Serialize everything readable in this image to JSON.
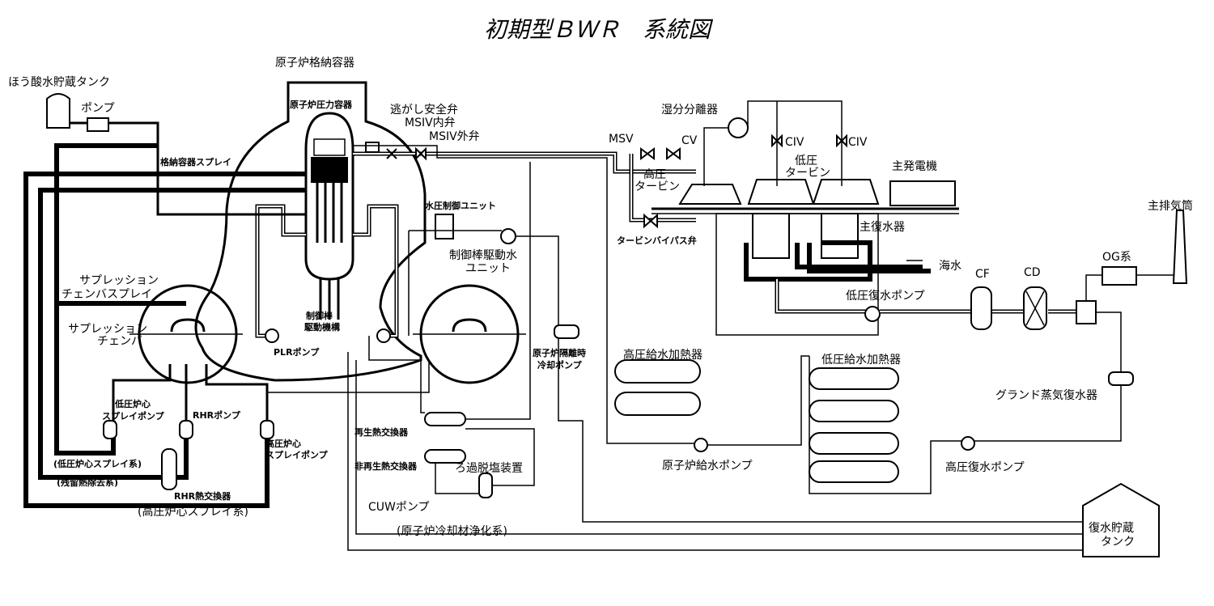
{
  "title": "初期型ＢＷＲ　系統図",
  "labels": {
    "containment": "原子炉格納容器",
    "boric_tank": "ほう酸水貯蔵タンク",
    "pump": "ポンプ",
    "rpv": "原子炉圧力容器",
    "srv": "逃がし安全弁",
    "msiv_in": "MSIV内弁",
    "msiv_out": "MSIV外弁",
    "msv": "MSV",
    "cv": "CV",
    "moisture_sep": "湿分分離器",
    "civ1": "CIV",
    "civ2": "CIV",
    "hp_turbine_1": "高圧",
    "hp_turbine_2": "タービン",
    "lp_turbine_1": "低圧",
    "lp_turbine_2": "タービン",
    "generator": "主発電機",
    "main_stack": "主排気筒",
    "cont_spray": "格納容器スプレイ",
    "hcu": "水圧制御ユニット",
    "bypass_valve": "タービンバイパス弁",
    "condenser": "主復水器",
    "crd_unit_1": "制御棒駆動水",
    "crd_unit_2": "ユニット",
    "seawater": "海水",
    "cf": "CF",
    "cd": "CD",
    "og": "OG系",
    "sup_spray_1": "サプレッション",
    "sup_spray_2": "チェンバスプレイ",
    "sup_chamber_1": "サプレッション",
    "sup_chamber_2": "チェンバ",
    "crd_mech_1": "制御棒",
    "crd_mech_2": "駆動機構",
    "plr_pump": "PLRポンプ",
    "lp_cond_pump": "低圧復水ポンプ",
    "hp_heater": "高圧給水加熱器",
    "lp_heater": "低圧給水加熱器",
    "rcic_1": "原子炉隔離時",
    "rcic_2": "冷却ポンプ",
    "gland_cond": "グランド蒸気復水器",
    "lpcs_pump_1": "低圧炉心",
    "lpcs_pump_2": "スプレイポンプ",
    "rhr_pump": "RHRポンプ",
    "hpcs_pump_1": "高圧炉心",
    "hpcs_pump_2": "スプレイポンプ",
    "regen_hx": "再生熱交換器",
    "nonregen_hx": "非再生熱交換器",
    "demin": "ろ過脱塩装置",
    "feed_pump": "原子炉給水ポンプ",
    "hp_cond_pump": "高圧復水ポンプ",
    "lpcs_system": "(低圧炉心スプレイ系)",
    "rhr_system": "(残留熱除去系)",
    "rhr_hx": "RHR熱交換器",
    "hpcs_system": "(高圧炉心スプレイ系)",
    "cuw_pump": "CUWポンプ",
    "cuw_system": "(原子炉冷却材浄化系)",
    "cst_1": "復水貯蔵",
    "cst_2": "タンク"
  }
}
